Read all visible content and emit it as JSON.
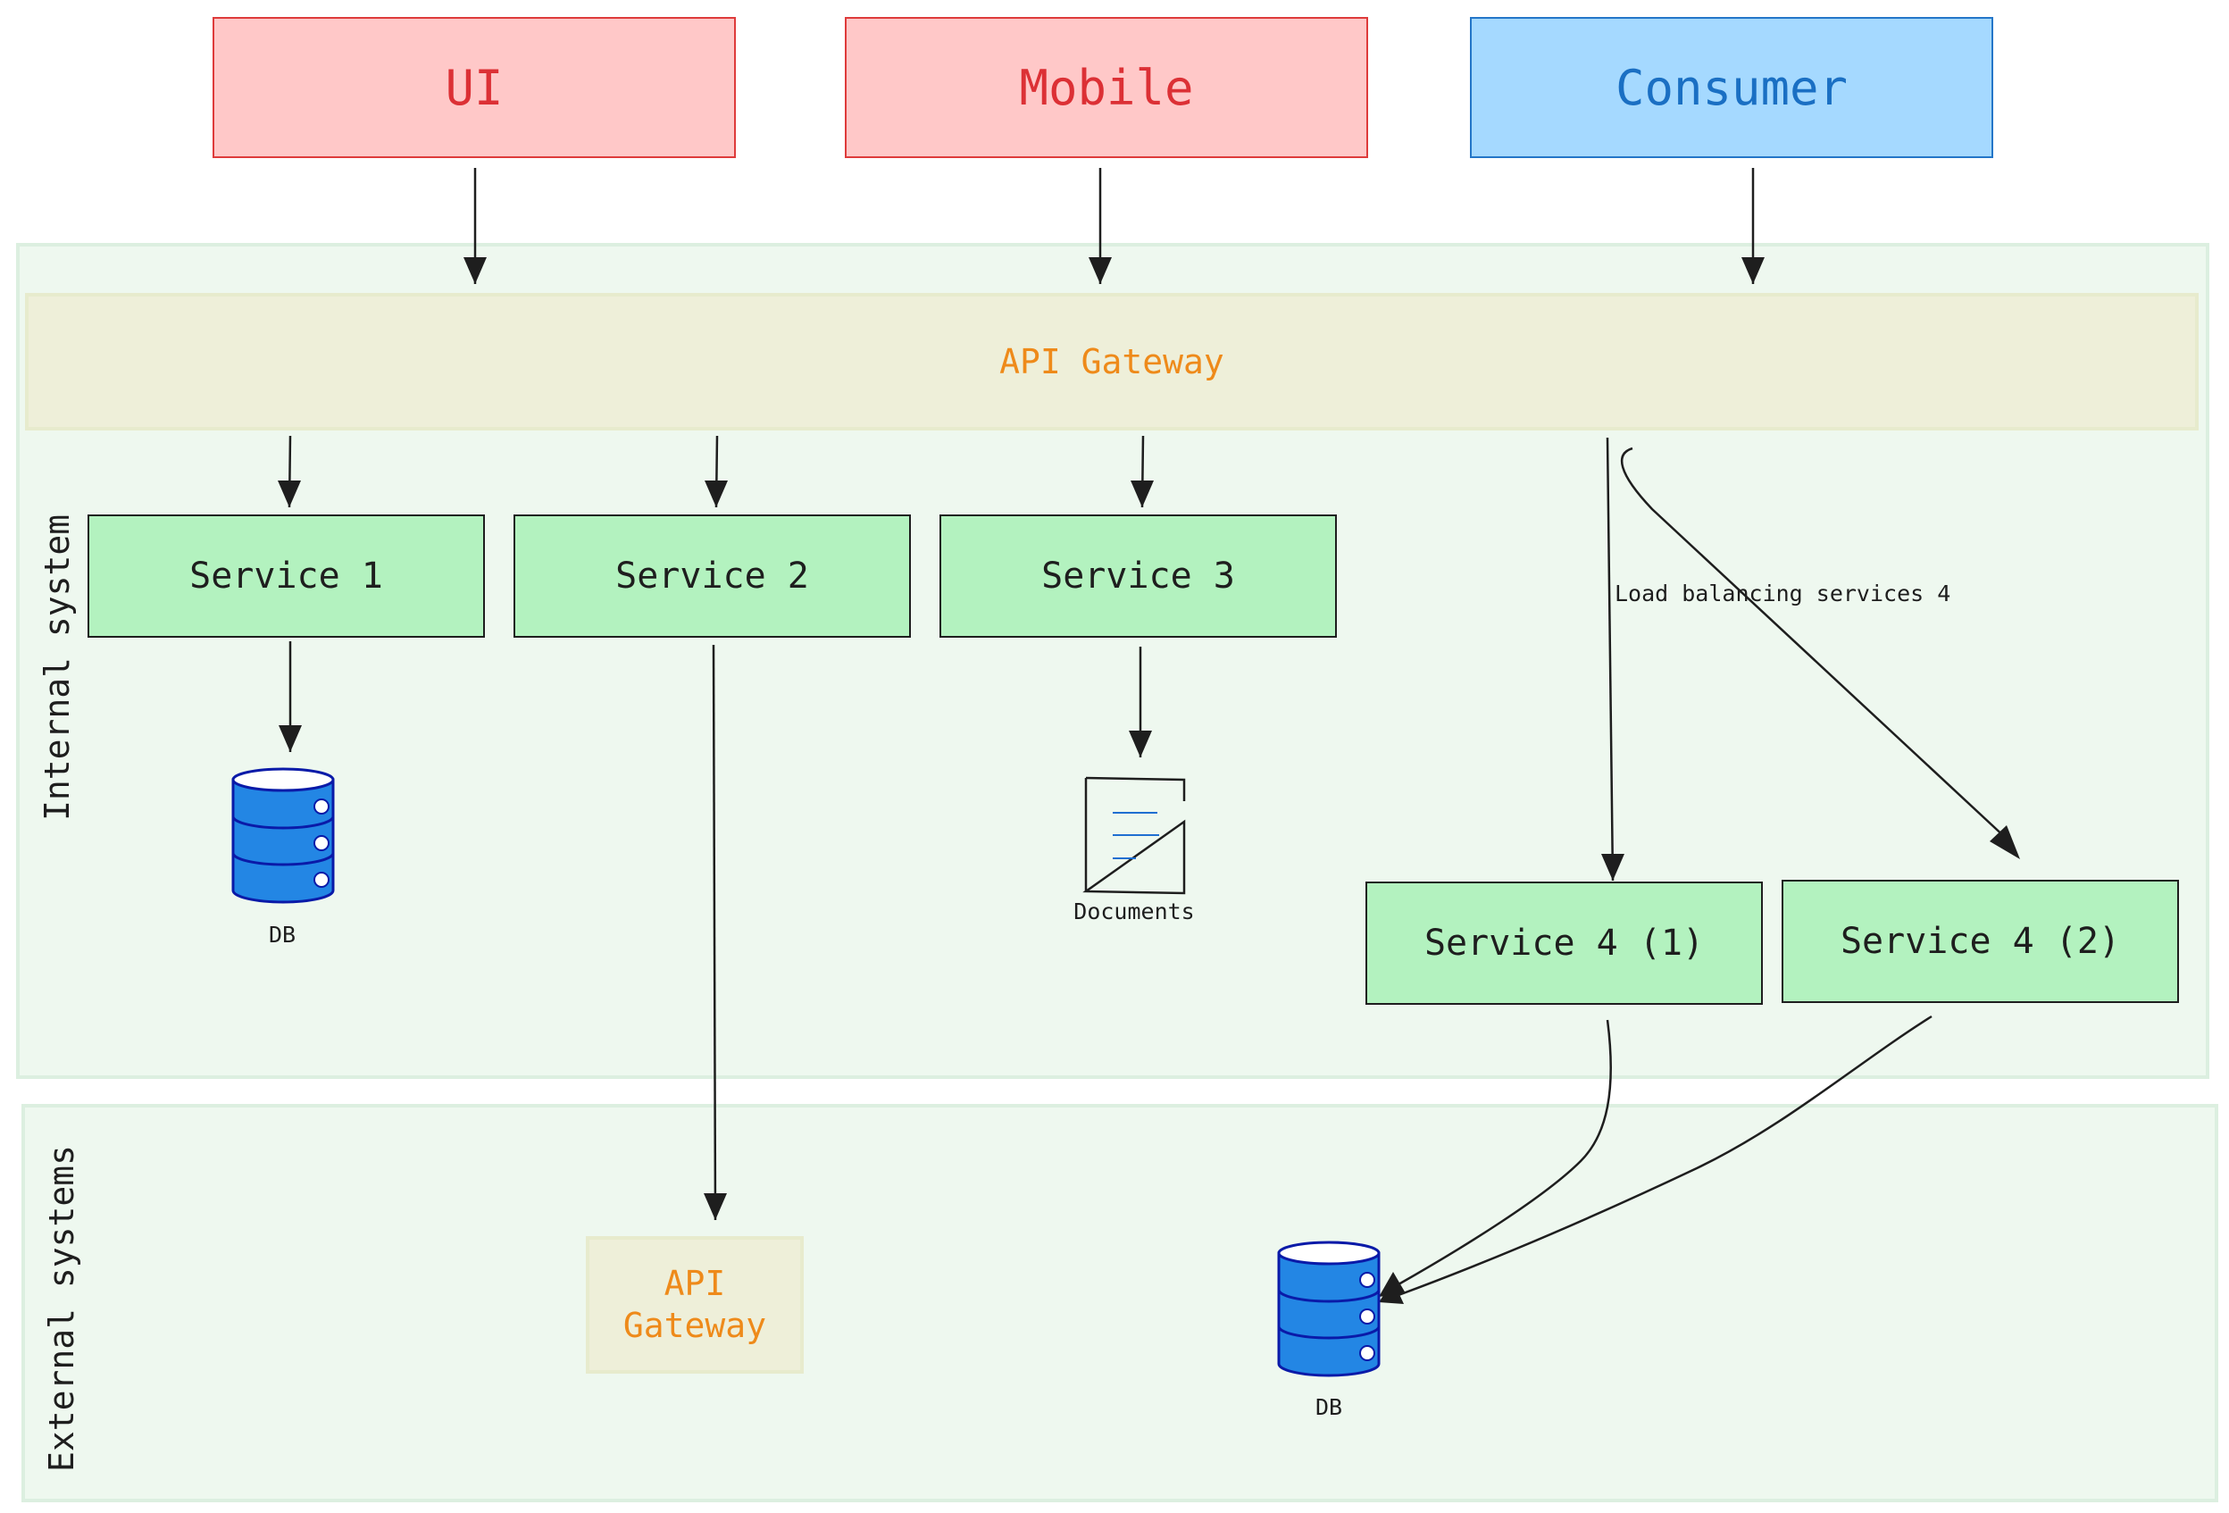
{
  "clients": {
    "ui": "UI",
    "mobile": "Mobile",
    "consumer": "Consumer"
  },
  "internal": {
    "label": "Internal system",
    "gateway": "API Gateway",
    "service1": "Service 1",
    "service2": "Service 2",
    "service3": "Service 3",
    "service4a": "Service 4 (1)",
    "service4b": "Service 4 (2)",
    "db_label": "DB",
    "documents_label": "Documents",
    "lb_label": "Load balancing services 4"
  },
  "external": {
    "label": "External systems",
    "gateway_line1": "API",
    "gateway_line2": "Gateway",
    "db_label": "DB"
  },
  "colors": {
    "client_red_fill": "#ffc8c8",
    "client_red_text": "#dc3035",
    "client_blue_fill": "#a5d9ff",
    "client_blue_text": "#1a6fc3",
    "service_fill": "#b3f2bf",
    "group_fill": "#eef8ef",
    "gateway_fill": "#eeefd9",
    "gateway_text": "#ee8a1a",
    "db_blue": "#2386e4"
  }
}
